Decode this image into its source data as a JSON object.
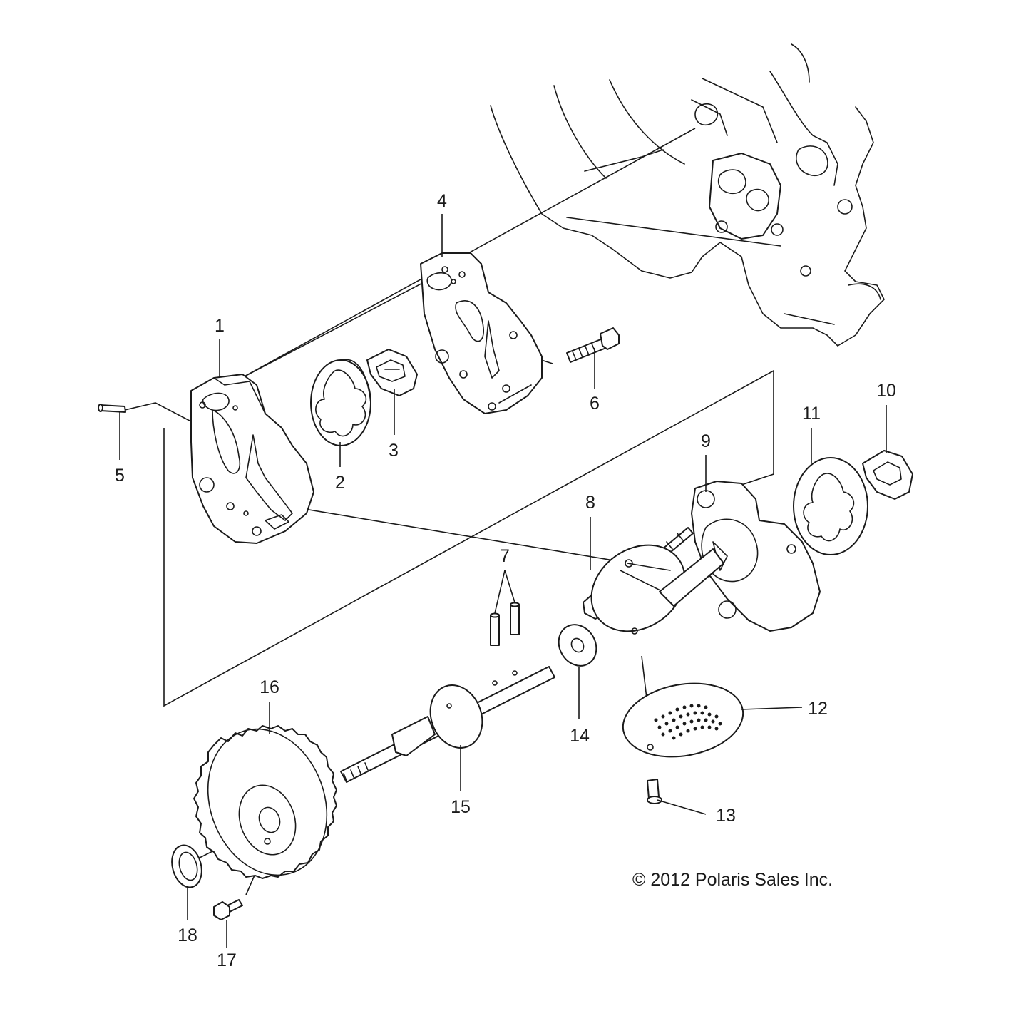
{
  "callouts": [
    "1",
    "2",
    "3",
    "4",
    "5",
    "6",
    "7",
    "8",
    "9",
    "10",
    "11",
    "12",
    "13",
    "14",
    "15",
    "16",
    "17",
    "18"
  ],
  "copyright": "© 2012 Polaris Sales Inc."
}
